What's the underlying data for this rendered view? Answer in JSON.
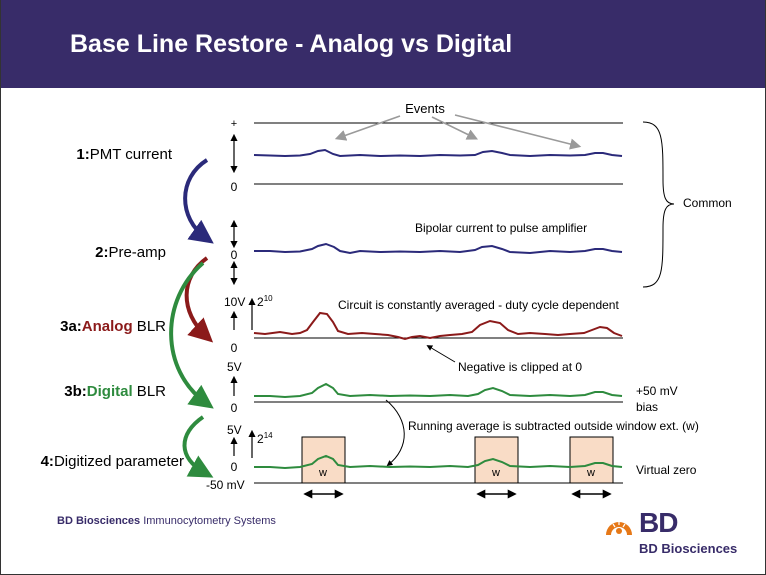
{
  "header": {
    "title": "Base Line Restore - Analog vs Digital"
  },
  "stages": [
    {
      "number": "1:",
      "name": "PMT current",
      "highlight": "",
      "suffix": ""
    },
    {
      "number": "2:",
      "name": "Pre-amp",
      "highlight": "",
      "suffix": ""
    },
    {
      "number": "3a:",
      "name": "",
      "highlight": "Analog",
      "suffix": " BLR"
    },
    {
      "number": "3b:",
      "name": "",
      "highlight": "Digital",
      "suffix": " BLR"
    },
    {
      "number": "4:",
      "name": "Digitized parameter",
      "highlight": "",
      "suffix": ""
    }
  ],
  "axis_labels": {
    "plus": "+",
    "zero": "0",
    "ten_v": "10V",
    "five_v": "5V",
    "minus_50mv": "-50 mV",
    "exp10_base": "2",
    "exp10_power": "10",
    "exp14_base": "2",
    "exp14_power": "14"
  },
  "annotations": {
    "events": "Events",
    "common": "Common",
    "bipolar": "Bipolar current to pulse amplifier",
    "circuit_averaged": "Circuit is constantly averaged - duty cycle dependent",
    "negative_clipped": "Negative is clipped at 0",
    "plus50mv": "+50 mV",
    "bias": "bias",
    "running_average": "Running average is subtracted outside window ext. (w)",
    "virtual_zero": "Virtual zero",
    "window": "w"
  },
  "footer": {
    "company": "BD Biosciences",
    "division": " Immunocytometry Systems"
  },
  "logo": {
    "mark": "BD",
    "name": "BD Biosciences"
  },
  "colors": {
    "header_bg": "#382c69",
    "pmt_trace": "#2b2a7a",
    "analog": "#8b1a1a",
    "digital": "#2e8b3e",
    "window_fill": "#f9dcc6",
    "logo_orange": "#e67817",
    "arrow_gray": "#9a9a9a"
  }
}
